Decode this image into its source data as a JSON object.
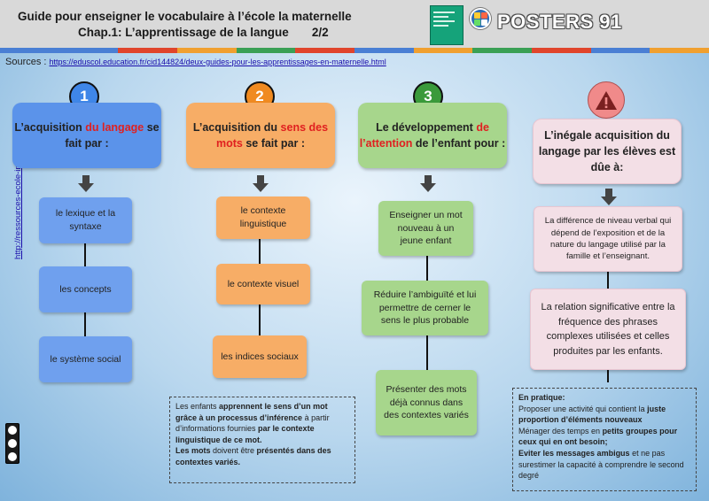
{
  "header": {
    "title_line1": "Guide pour enseigner le vocabulaire à l’école la maternelle",
    "title_line2": "Chap.1: L’apprentissage de la langue",
    "page_indicator": "2/2",
    "brand": "POSTERS 91",
    "stripe_colors": [
      "#4a7fd4",
      "#4a7fd4",
      "#e0452c",
      "#f0a030",
      "#3aa055",
      "#e0452c",
      "#4a7fd4",
      "#f0a030",
      "#3aa055",
      "#e0452c",
      "#4a7fd4",
      "#f0a030"
    ]
  },
  "sources": {
    "label": "Sources :",
    "url": "https://eduscol.education.fr/cid144824/deux-guides-pour-les-apprentissages-en-maternelle.html"
  },
  "side_link": "http://ressources-ecole-inclusive.org/",
  "columns": [
    {
      "badge": "1",
      "badge_color": "#3f86e8",
      "heading_parts": [
        "L’acquisition ",
        "du langage",
        " se fait par :"
      ],
      "items": [
        "le lexique et la syntaxe",
        "les concepts",
        "le système social"
      ]
    },
    {
      "badge": "2",
      "badge_color": "#f08a20",
      "heading_parts": [
        "L’acquisition du ",
        "sens des mots",
        " se fait par :"
      ],
      "items": [
        "le contexte linguistique",
        "le contexte visuel",
        "les indices sociaux"
      ]
    },
    {
      "badge": "3",
      "badge_color": "#3a9a3a",
      "heading_parts": [
        "Le développement ",
        "de l’attention",
        " de l’enfant pour :"
      ],
      "items": [
        "Enseigner un mot nouveau à un jeune enfant",
        "Réduire l’ambiguïté et lui permettre de cerner le sens le plus probable",
        "Présenter des mots déjà connus dans des contextes variés"
      ]
    },
    {
      "badge": "!",
      "badge_color": "#f08a8a",
      "heading": "L’inégale acquisition du langage par les élèves est dûe à:",
      "items": [
        "La différence de niveau verbal qui dépend de l’exposition et de la nature du langage utilisé par la famille et l’enseignant.",
        "La relation significative entre la fréquence des phrases complexes utilisées et celles produites par les enfants."
      ]
    }
  ],
  "note_sens": {
    "p1_a": "Les enfants ",
    "p1_b": "apprennent le sens d’un mot grâce à un processus d’inférence",
    "p1_c": " à partir d’informations fournies ",
    "p1_d": "par le contexte linguistique de ce mot.",
    "p2_a": "Les mots",
    "p2_b": " doivent être ",
    "p2_c": "présentés dans des contextes variés."
  },
  "note_pratique": {
    "title": "En pratique:",
    "l1_a": "Proposer une activité qui contient la ",
    "l1_b": "juste proportion d’éléments nouveaux",
    "l2_a": "Ménager des temps en ",
    "l2_b": "petits groupes pour ceux qui en ont besoin;",
    "l3_a": "Eviter les messages ambigus",
    "l3_b": " et ne pas surestimer la capacité à comprendre le second degré"
  }
}
